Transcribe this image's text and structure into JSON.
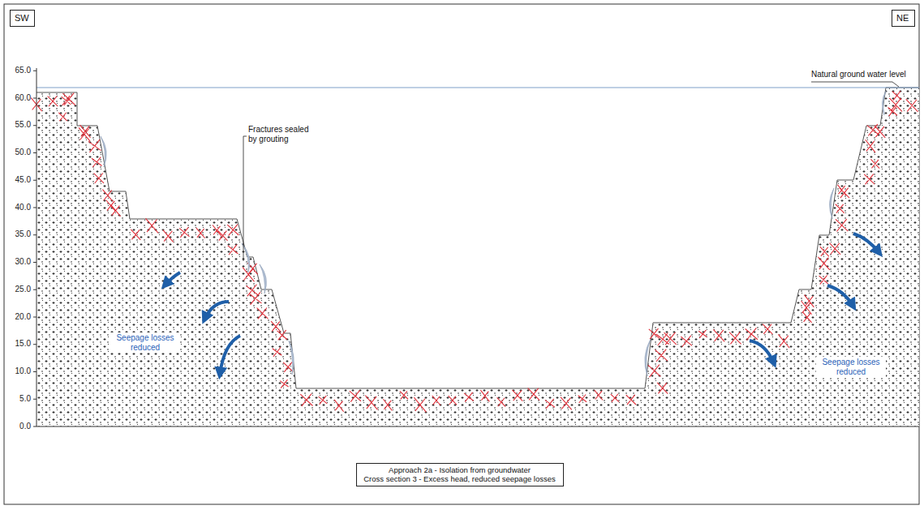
{
  "diagram": {
    "nodes": [
      {
        "text": [
          "SW"
        ]
      },
      {
        "text": [
          "NE"
        ]
      },
      {
        "text": [
          "Approach 2a - Isolation from groundwater",
          "Cross section 3 - Excess head, reduced seepage losses"
        ]
      }
    ],
    "labels": [
      "Natural ground water level",
      "65.0",
      "60.0",
      "55.0",
      "50.0",
      "45.0",
      "40.0",
      "35.0",
      "30.0",
      "25.0",
      "20.0",
      "15.0",
      "10.0",
      "5.0",
      "0.0",
      "Fractures sealed by grouting",
      "Seepage losses reduced",
      "Seepage losses reduced"
    ]
  }
}
